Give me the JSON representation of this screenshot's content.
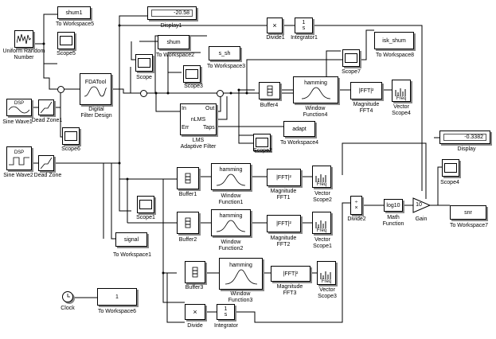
{
  "blocks": {
    "uniform_random": "Uniform Random\nNumber",
    "to_ws5": "To Workspace5",
    "shum1": "shum1",
    "scope5": "Scope5",
    "display1": "Display1",
    "display1_value": "-20.58",
    "divide1": "Divide1",
    "integrator1": "Integrator1",
    "integ_sym": "1\ns",
    "shum": "shum",
    "to_ws2": "To Workspace2",
    "s_sh": "s_sh",
    "to_ws3": "To Workspace3",
    "isk_shum": "isk_shum",
    "to_ws8": "To Workspace8",
    "scope7": "Scope7",
    "fdatool": "FDATool",
    "digital_filter": "Digital\nFilter Design",
    "scope": "Scope",
    "scope3": "Scope3",
    "sine_wave1": "Sine Wave1",
    "dead_zone1": "Dead Zone1",
    "scope6": "Scope6",
    "nlms": "nLMS",
    "lms": "LMS\nAdaptive Filter",
    "port_in": "In",
    "port_out": "Out",
    "port_err": "Err",
    "port_taps": "Taps",
    "buffer4": "Buffer4",
    "hamming": "hamming",
    "window4": "Window\nFunction4",
    "fft": "|FFT|²",
    "mag_fft4": "Magnitude\nFFT4",
    "freq": "Freq",
    "vscope4": "Vector\nScope4",
    "adapt": "adapt",
    "to_ws4": "To Workspace4",
    "scope2": "Scope2",
    "sine_wave2": "Sine Wave2",
    "dead_zone": "Dead Zone",
    "display": "Display",
    "display_value": "-0.3382",
    "scope4": "Scope4",
    "buffer1": "Buffer1",
    "window1": "Window\nFunction1",
    "mag_fft1": "Magnitude\nFFT1",
    "vscope2": "Vector\nScope2",
    "scope1": "Scope1",
    "buffer2": "Buffer2",
    "window2": "Window\nFunction2",
    "mag_fft2": "Magnitude\nFFT2",
    "vscope1": "Vector\nScope1",
    "divide2": "Divide2",
    "log10": "log10",
    "math_fn": "Math\nFunction",
    "gain_val": "10",
    "gain": "Gain",
    "snr": "snr",
    "to_ws7": "To Workspace7",
    "signal": "signal",
    "to_ws1": "To Workspace1",
    "buffer3": "Buffer3",
    "window3": "Window\nFunction3",
    "mag_fft3": "Magnitude\nFFT3",
    "vscope3": "Vector\nScope3",
    "clock": "Clock",
    "const1": "1",
    "to_ws6": "To Workspace6",
    "divide": "Divide",
    "integrator": "Integrator",
    "times": "×",
    "dsp": "DSP"
  }
}
